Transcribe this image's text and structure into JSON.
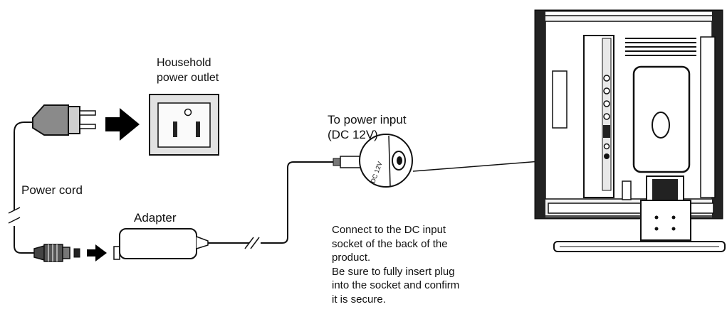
{
  "labels": {
    "outlet": [
      "Household",
      "power outlet"
    ],
    "power_input": [
      "To power input",
      "(DC 12V)"
    ],
    "power_cord": "Power cord",
    "adapter": "Adapter",
    "jack_marking": "DC 12V",
    "instructions": [
      "Connect to the DC input",
      "socket of the back of the",
      "product.",
      "Be sure to fully insert plug",
      "into the socket and confirm",
      "it is secure."
    ]
  },
  "colors": {
    "ink": "#111111",
    "plug_fill": "#8a8a8a",
    "outlet_fill": "#e2e2e2",
    "device_dark": "#222222",
    "arrow": "#000000"
  }
}
